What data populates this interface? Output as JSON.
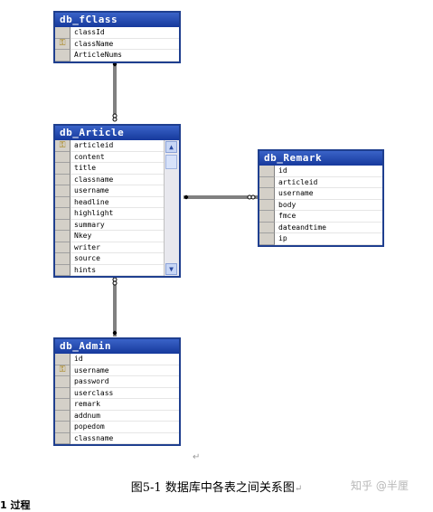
{
  "tables": {
    "fclass": {
      "title": "db_fClass",
      "columns": [
        {
          "name": "classId",
          "key": false
        },
        {
          "name": "className",
          "key": true
        },
        {
          "name": "ArticleNums",
          "key": false
        }
      ]
    },
    "article": {
      "title": "db_Article",
      "columns": [
        {
          "name": "articleid",
          "key": true
        },
        {
          "name": "content",
          "key": false
        },
        {
          "name": "title",
          "key": false
        },
        {
          "name": "classname",
          "key": false
        },
        {
          "name": "username",
          "key": false
        },
        {
          "name": "headline",
          "key": false
        },
        {
          "name": "highlight",
          "key": false
        },
        {
          "name": "summary",
          "key": false
        },
        {
          "name": "Nkey",
          "key": false
        },
        {
          "name": "writer",
          "key": false
        },
        {
          "name": "source",
          "key": false
        },
        {
          "name": "hints",
          "key": false
        }
      ]
    },
    "remark": {
      "title": "db_Remark",
      "columns": [
        {
          "name": "id",
          "key": false
        },
        {
          "name": "articleid",
          "key": false
        },
        {
          "name": "username",
          "key": false
        },
        {
          "name": "body",
          "key": false
        },
        {
          "name": "fmce",
          "key": false
        },
        {
          "name": "dateandtime",
          "key": false
        },
        {
          "name": "ip",
          "key": false
        }
      ]
    },
    "admin": {
      "title": "db_Admin",
      "columns": [
        {
          "name": "id",
          "key": false
        },
        {
          "name": "username",
          "key": true
        },
        {
          "name": "password",
          "key": false
        },
        {
          "name": "userclass",
          "key": false
        },
        {
          "name": "remark",
          "key": false
        },
        {
          "name": "addnum",
          "key": false
        },
        {
          "name": "popedom",
          "key": false
        },
        {
          "name": "classname",
          "key": false
        }
      ]
    }
  },
  "icons": {
    "key": "key-icon",
    "scroll_up": "chevron-up-icon",
    "scroll_down": "chevron-down-icon"
  },
  "caption": "图5-1 数据库中各表之间关系图",
  "caption_mark": "↵",
  "paragraph_mark": "↵",
  "watermark": "知乎 @半厘",
  "cut_text": "1 过程",
  "colors": {
    "title_bar": "#1f3f8f",
    "link": "#000000"
  }
}
